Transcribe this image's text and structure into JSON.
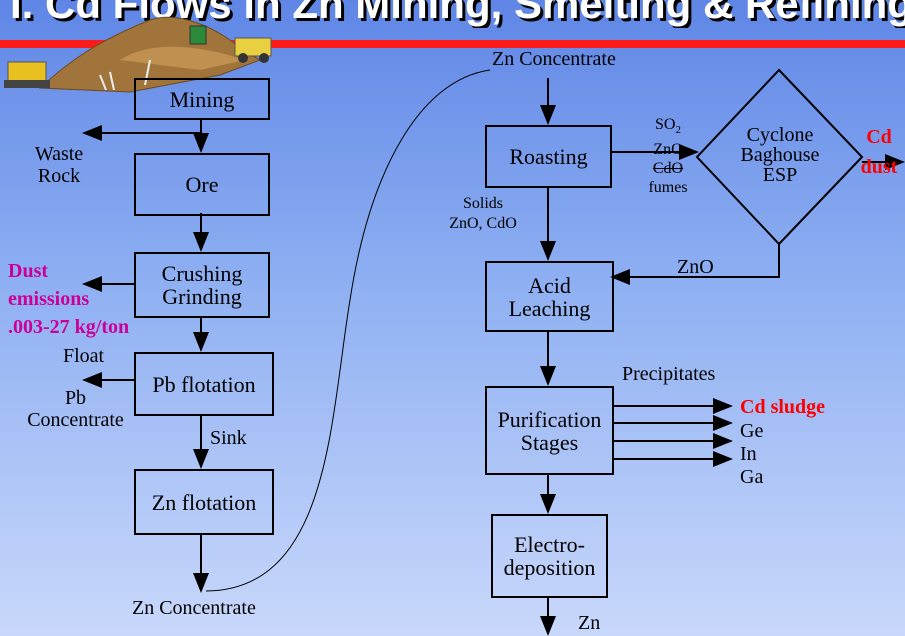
{
  "title": "I. Cd Flows in Zn Mining, Smelting & Refining",
  "left_chain": {
    "mining": "Mining",
    "ore": "Ore",
    "crushing_line1": "Crushing",
    "crushing_line2": "Grinding",
    "pb_flotation": "Pb flotation",
    "zn_flotation": "Zn flotation",
    "zn_concentrate_bottom": "Zn Concentrate"
  },
  "left_labels": {
    "waste_line1": "Waste",
    "waste_line2": "Rock",
    "dust_line1": "Dust",
    "dust_line2": "emissions",
    "dust_line3": ".003-27 kg/ton",
    "float": "Float",
    "pb_conc_line1": "Pb",
    "pb_conc_line2": "Concentrate",
    "sink": "Sink"
  },
  "right_chain": {
    "zn_concentrate_top": "Zn  Concentrate",
    "roasting": "Roasting",
    "acid_line1": "Acid",
    "acid_line2": "Leaching",
    "purif_line1": "Purification",
    "purif_line2": "Stages",
    "electro_line1": "Electro-",
    "electro_line2": "deposition",
    "zn_out": "Zn"
  },
  "right_labels": {
    "so2": "SO",
    "so2_sub": "2",
    "zno_fume": "ZnO",
    "cdo_fume": "CdO",
    "fumes": "fumes",
    "cyclone_line1": "Cyclone",
    "cyclone_line2": "Baghouse",
    "cyclone_line3": "ESP",
    "cd_dust_line1": "Cd",
    "cd_dust_line2": "dust",
    "solids_line1": "Solids",
    "solids_line2": "ZnO, CdO",
    "zno_return": "ZnO",
    "precipitates": "Precipitates",
    "cd_sludge": "Cd sludge",
    "ge": "Ge",
    "in": "In",
    "ga": "Ga"
  },
  "colors": {
    "emphasis_red": "#ff0000",
    "dust_magenta": "#cc0099",
    "header_bar": "#ff1a1a"
  }
}
